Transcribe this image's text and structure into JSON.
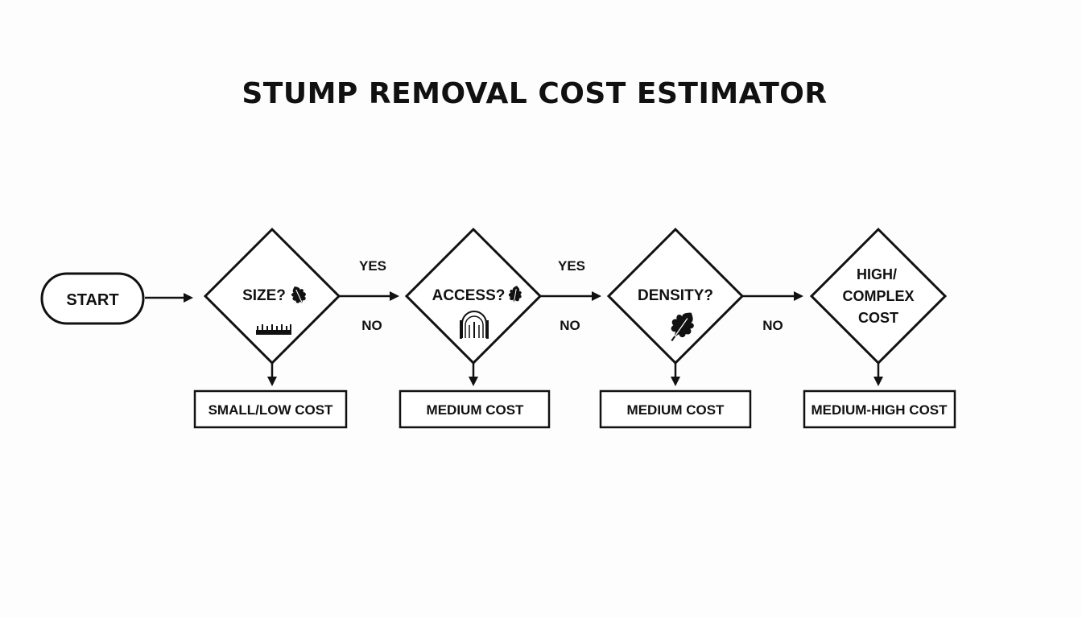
{
  "title": "STUMP REMOVAL COST ESTIMATOR",
  "colors": {
    "stroke": "#111111",
    "background": "#fdfdfd"
  },
  "start": {
    "label": "START"
  },
  "decisions": [
    {
      "lines": [
        "SIZE?"
      ],
      "icons": [
        "leaf-icon",
        "ruler-icon"
      ]
    },
    {
      "lines": [
        "ACCESS?"
      ],
      "icons": [
        "leaf-icon",
        "gate-icon"
      ]
    },
    {
      "lines": [
        "DENSITY?"
      ],
      "icons": [
        "leaf-icon"
      ]
    },
    {
      "lines": [
        "HIGH/",
        "COMPLEX",
        "COST"
      ],
      "icons": []
    }
  ],
  "edge_labels": {
    "yes_1": "YES",
    "no_1": "NO",
    "yes_2": "YES",
    "no_2": "NO",
    "no_3": "NO"
  },
  "outcomes": [
    {
      "label": "SMALL/LOW COST"
    },
    {
      "label": "MEDIUM COST"
    },
    {
      "label": "MEDIUM COST"
    },
    {
      "label": "MEDIUM-HIGH COST"
    }
  ]
}
